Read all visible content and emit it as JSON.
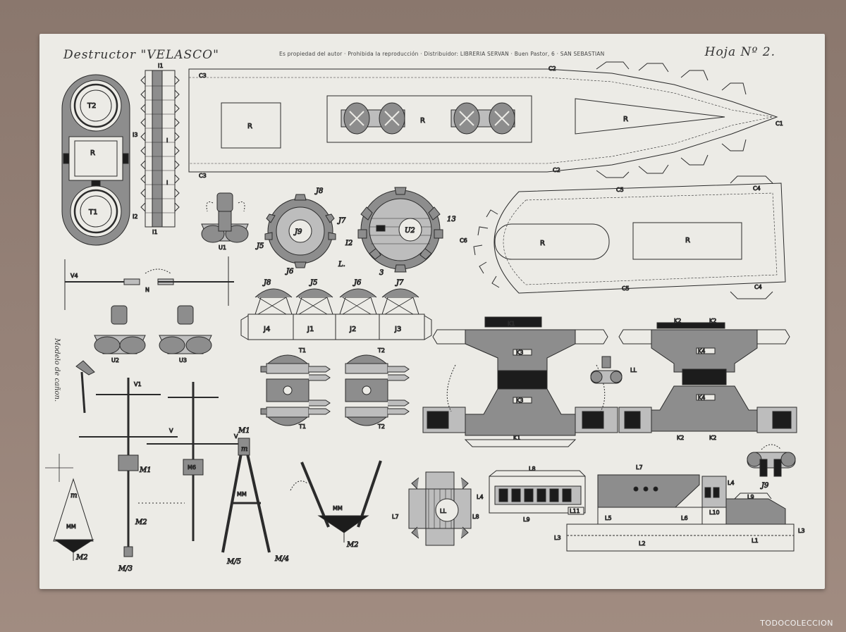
{
  "sheet": {
    "title": "Destructor \"VELASCO\"",
    "notice": "Es propiedad del autor · Prohibida la reproducción · Distribuidor: LIBRERIA SERVAN · Buen Pastor, 6 · SAN SEBASTIAN",
    "sheet_number": "Hoja  Nº 2.",
    "side_note": "Modelo de cañon."
  },
  "watermark": "TODOCOLECCION",
  "labels": {
    "deck_r": "R",
    "c1": "C1",
    "c2": "C2",
    "c3": "C3",
    "c4": "C4",
    "c5": "C5",
    "c6": "C6",
    "i1": "I1",
    "i2": "I2",
    "i3": "I3",
    "i_mid": "I",
    "t1": "T1",
    "t2": "T2",
    "u1": "U1",
    "u2": "U2",
    "u3": "U3",
    "j1": "J1",
    "j2": "J2",
    "j3": "J3",
    "j4": "J4",
    "j5": "J5",
    "j6": "J6",
    "j7": "J7",
    "j8": "J8",
    "j9": "J9",
    "k1": "K1",
    "k2": "K2",
    "k3": "K3",
    "k4": "K4",
    "l_letter": "L.",
    "ll": "LL",
    "l1": "L1",
    "l2": "L2",
    "l3": "L3",
    "l4": "L4",
    "l5": "L5",
    "l6": "L6",
    "l7": "L7",
    "l8": "L8",
    "l9": "L9",
    "l10": "L10",
    "l11": "L11",
    "v": "V",
    "v1": "V1",
    "v4": "V4",
    "n": "N",
    "m": "m",
    "mm": "MM",
    "m1": "M1",
    "m2": "M2",
    "m3": "M/3",
    "m4": "M/4",
    "m5": "M/5",
    "m6": "M6",
    "one": "1",
    "three": "3",
    "thirteen": "13"
  },
  "colors": {
    "paper": "#ecebe6",
    "ink": "#2b2b2b",
    "grey_fill": "#8d8d8d",
    "dark_fill": "#1c1c1c",
    "light_grey": "#bdbdbd",
    "background": "#8c7a71"
  }
}
